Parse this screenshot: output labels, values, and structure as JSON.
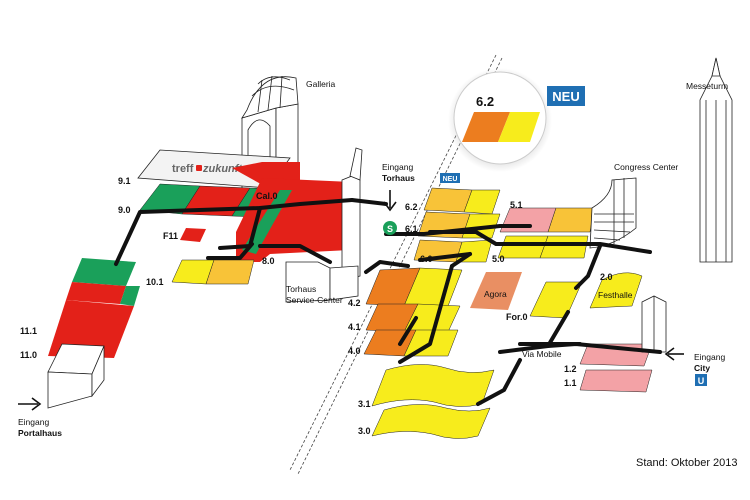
{
  "colors": {
    "red": "#e32119",
    "green": "#1aa05a",
    "yellow": "#f7ec1c",
    "orange": "#ec7d1f",
    "light_orange": "#f8c338",
    "pink": "#f3a2a6",
    "salmon": "#e98f63",
    "path": "#111111",
    "blue_badge": "#1f6fb3"
  },
  "buildings": {
    "galleria": "Galleria",
    "messeturm": "Messeturm",
    "congress_center": "Congress Center",
    "torhaus_line1": "Torhaus",
    "torhaus_line2": "Service-Center",
    "agora": "Agora",
    "festhalle": "Festhalle",
    "via_mobile": "Via Mobile"
  },
  "logo": {
    "part1": "treff",
    "part2": "zukunft"
  },
  "halls": {
    "h91": "9.1",
    "h90": "9.0",
    "f11": "F11",
    "h80": "8.0",
    "h101": "10.1",
    "h111": "11.1",
    "h110": "11.0",
    "h62": "6.2",
    "h61": "6.1",
    "h60": "6.0",
    "h51": "5.1",
    "h50": "5.0",
    "h42": "4.2",
    "h41": "4.1",
    "h40": "4.0",
    "h31": "3.1",
    "h30": "3.0",
    "h20": "2.0",
    "hfor": "For.0",
    "h12": "1.2",
    "h11": "1.1",
    "cal0": "Cal.0",
    "zoom62": "6.2"
  },
  "entrances": {
    "torhaus_word": "Eingang",
    "torhaus_name": "Torhaus",
    "city_word": "Eingang",
    "city_name": "City",
    "portal_word": "Eingang",
    "portal_name": "Portalhaus"
  },
  "badges": {
    "neu_big": "NEU",
    "neu_small": "NEU",
    "sbahn": "S",
    "ubahn": "U"
  },
  "footer": {
    "stand": "Stand: Oktober 2013"
  }
}
